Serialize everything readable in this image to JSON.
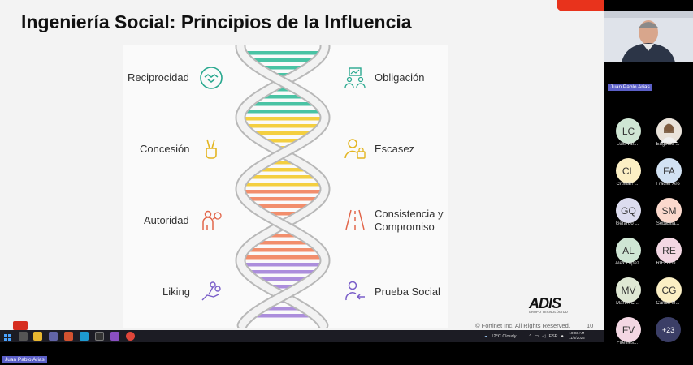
{
  "slide": {
    "title": "Ingeniería Social: Principios de la Influencia",
    "principles_left": [
      {
        "label": "Reciprocidad",
        "icon": "handshake-icon",
        "color": "#29a88f"
      },
      {
        "label": "Concesión",
        "icon": "peace-hand-icon",
        "color": "#e3b521"
      },
      {
        "label": "Autoridad",
        "icon": "authority-person-icon",
        "color": "#e2664a"
      },
      {
        "label": "Liking",
        "icon": "hand-flower-icon",
        "color": "#7a5ec9"
      }
    ],
    "principles_right": [
      {
        "label": "Obligación",
        "icon": "team-board-icon",
        "color": "#29a88f"
      },
      {
        "label": "Escasez",
        "icon": "person-lock-icon",
        "color": "#e3b521"
      },
      {
        "label_line1": "Consistencia y",
        "label_line2": "Compromiso",
        "icon": "road-icon",
        "color": "#e2664a"
      },
      {
        "label": "Prueba Social",
        "icon": "person-arrow-icon",
        "color": "#7a5ec9"
      }
    ],
    "helix_colors": [
      "#29b894",
      "#f2c71f",
      "#f07a52",
      "#9d7ad6"
    ],
    "copyright": "© Fortinet Inc. All Rights Reserved.",
    "page_number": "10",
    "logo_brand": "ADIS",
    "logo_tagline": "GRUPO TECNOLÓGICO"
  },
  "taskbar": {
    "weather": "12°C  Cloudy",
    "language": "ESP",
    "time": "10:03 AM",
    "date": "11/6/2025"
  },
  "participants": {
    "speaker_name": "Juan Pablo Arias",
    "tiles": [
      {
        "initials": "LC",
        "name": "Luis Var...",
        "color": "#cfe6d4"
      },
      {
        "initials": "",
        "name": "Eugenia ...",
        "color": "#cccccc",
        "photo": true
      },
      {
        "initials": "CL",
        "name": "Cristian ...",
        "color": "#fbefc4"
      },
      {
        "initials": "FA",
        "name": "Fracier Aro",
        "color": "#d2e2f3"
      },
      {
        "initials": "GQ",
        "name": "Gerardo ...",
        "color": "#dcdcef"
      },
      {
        "initials": "SM",
        "name": "Sebastia...",
        "color": "#fbd9cd"
      },
      {
        "initials": "AL",
        "name": "Alex Lopez",
        "color": "#cfe6d4"
      },
      {
        "initials": "RE",
        "name": "RIFFO D...",
        "color": "#f3d7e3"
      },
      {
        "initials": "MV",
        "name": "Martin C...",
        "color": "#dfe8d4"
      },
      {
        "initials": "CG",
        "name": "Carlos M...",
        "color": "#fbefc4"
      },
      {
        "initials": "FV",
        "name": "Fireflies...",
        "color": "#f3d7e3"
      }
    ],
    "more_count": "+23"
  },
  "bottom": {
    "presenter_name": "Juan Pablo Arias"
  }
}
